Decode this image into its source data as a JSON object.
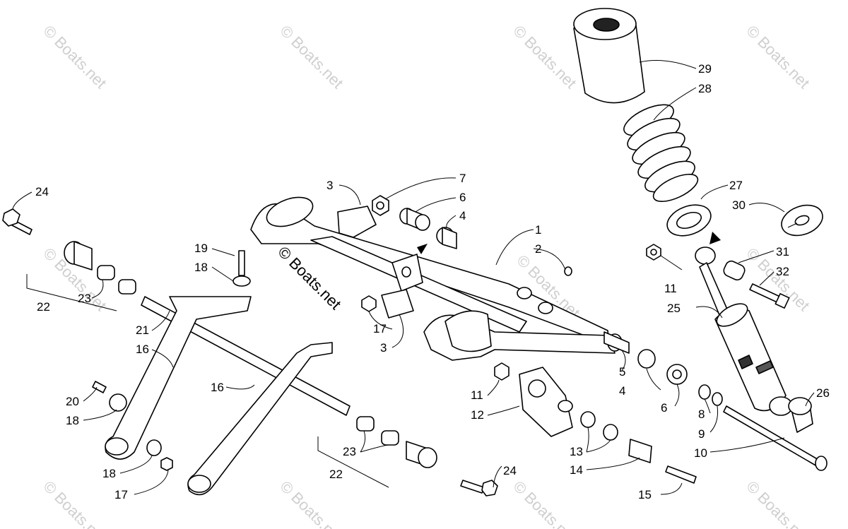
{
  "watermarks": [
    "© Boats.net",
    "© Boats.net",
    "© Boats.net",
    "© Boats.net",
    "© Boats.net",
    "© Boats.net",
    "© Boats.net",
    "© Boats.net",
    "© Boats.net",
    "© Boats.net",
    "© Boats.net"
  ],
  "center_watermark": "© Boats.net",
  "callouts": {
    "c29": "29",
    "c28": "28",
    "c27": "27",
    "c30": "30",
    "c31": "31",
    "c32": "32",
    "c11a": "11",
    "c25": "25",
    "c26": "26",
    "c10": "10",
    "c9": "9",
    "c8": "8",
    "c6a": "6",
    "c4a": "4",
    "c5": "5",
    "c7": "7",
    "c6b": "6",
    "c4b": "4",
    "c1": "1",
    "c2": "2",
    "c3a": "3",
    "c3b": "3",
    "c17a": "17",
    "c19": "19",
    "c18a": "18",
    "c24a": "24",
    "c22a": "22",
    "c23a": "23",
    "c21": "21",
    "c16a": "16",
    "c16b": "16",
    "c20": "20",
    "c18b": "18",
    "c18c": "18",
    "c17b": "17",
    "c23b": "23",
    "c22b": "22",
    "c24b": "24",
    "c11b": "11",
    "c12": "12",
    "c13": "13",
    "c14": "14",
    "c15": "15"
  }
}
